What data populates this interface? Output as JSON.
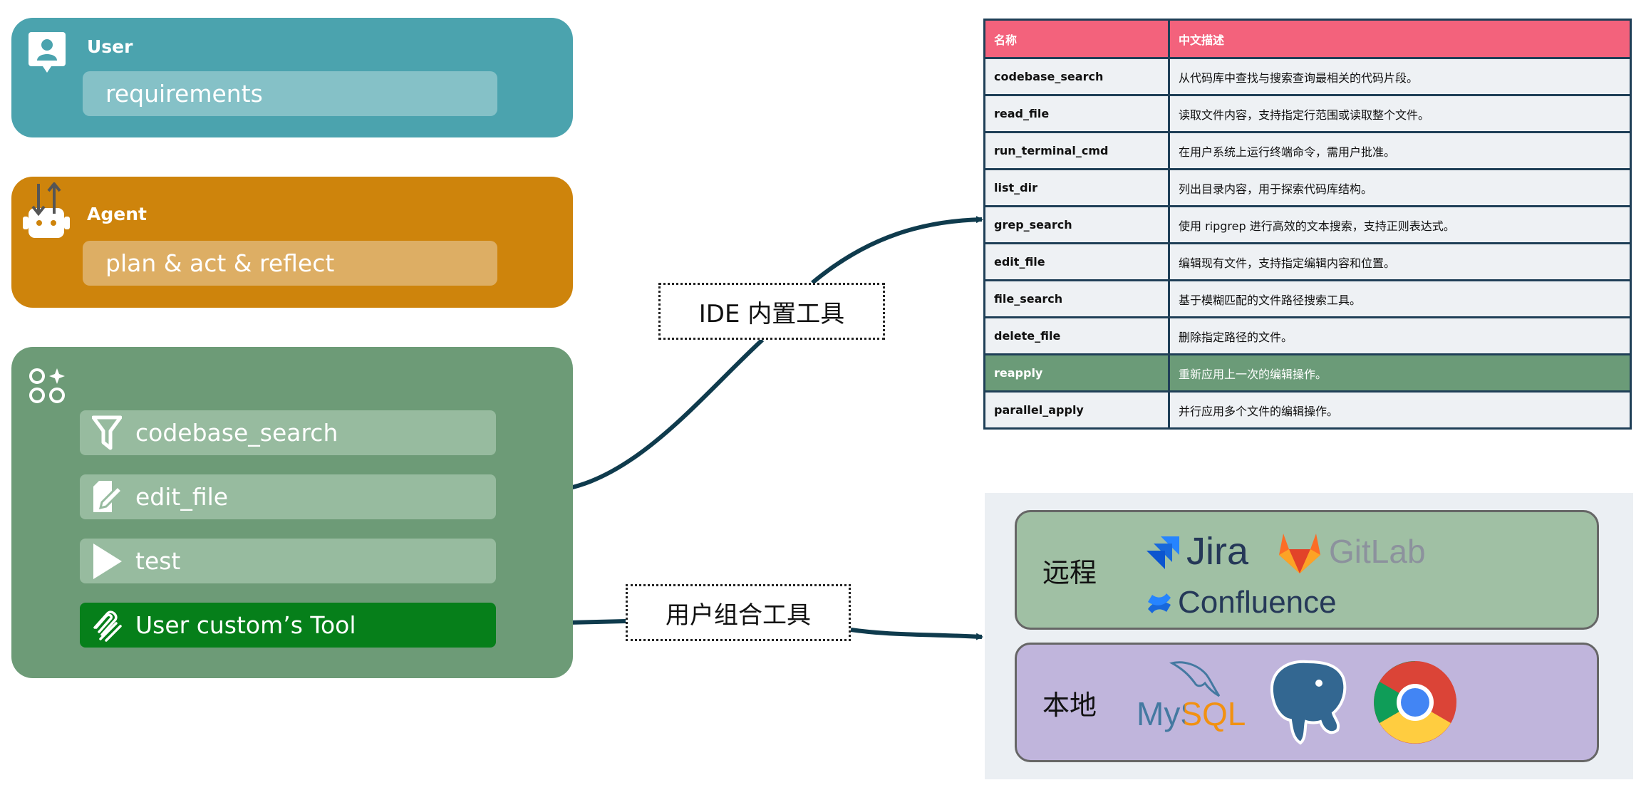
{
  "user": {
    "title": "User",
    "pill": "requirements",
    "icon": "user-icon"
  },
  "agent": {
    "title": "Agent",
    "pill": "plan & act & reflect",
    "icon": "robot-icon"
  },
  "tools": {
    "icon": "apps-icon",
    "items": [
      {
        "label": "codebase_search",
        "icon": "funnel-icon"
      },
      {
        "label": "edit_file",
        "icon": "edit-document-icon"
      },
      {
        "label": "test",
        "icon": "play-icon"
      },
      {
        "label": "User custom’s Tool",
        "icon": "clip-icon",
        "color": "#067f1a"
      }
    ]
  },
  "labels": {
    "ide_tools": "IDE 内置工具",
    "custom_tools": "用户组合工具"
  },
  "table": {
    "headers": [
      "名称",
      "中文描述"
    ],
    "header_color": "#f3627c",
    "rows": [
      {
        "name": "codebase_search",
        "desc": "从代码库中查找与搜索查询最相关的代码片段。"
      },
      {
        "name": "read_file",
        "desc": "读取文件内容，支持指定行范围或读取整个文件。"
      },
      {
        "name": "run_terminal_cmd",
        "desc": "在用户系统上运行终端命令，需用户批准。"
      },
      {
        "name": "list_dir",
        "desc": "列出目录内容，用于探索代码库结构。"
      },
      {
        "name": "grep_search",
        "desc": "使用 ripgrep 进行高效的文本搜索，支持正则表达式。"
      },
      {
        "name": "edit_file",
        "desc": "编辑现有文件，支持指定编辑内容和位置。"
      },
      {
        "name": "file_search",
        "desc": "基于模糊匹配的文件路径搜索工具。"
      },
      {
        "name": "delete_file",
        "desc": "删除指定路径的文件。"
      },
      {
        "name": "reapply",
        "desc": "重新应用上一次的编辑操作。",
        "highlight": true
      },
      {
        "name": "parallel_apply",
        "desc": "并行应用多个文件的编辑操作。"
      }
    ]
  },
  "services": {
    "remote": {
      "title": "远程",
      "logos": [
        "Jira",
        "GitLab",
        "Confluence"
      ]
    },
    "local": {
      "title": "本地",
      "logos": [
        "MySQL",
        "postgresql-elephant-icon",
        "chrome-icon"
      ]
    }
  },
  "colors": {
    "user": "#4ba3ae",
    "agent": "#ce840c",
    "tools": "#6d9b77",
    "arrow": "#0f3b4d",
    "remote": "#a0c0a4",
    "local": "#c0b5dc"
  }
}
